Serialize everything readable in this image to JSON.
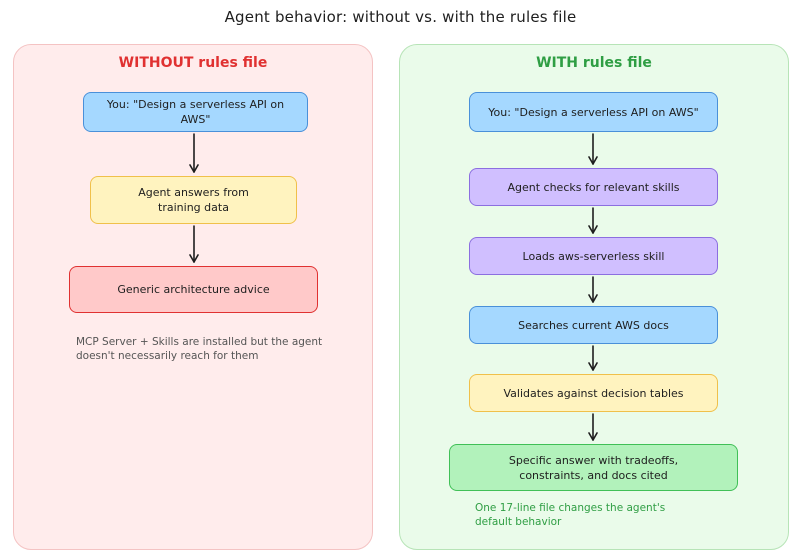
{
  "title": "Agent behavior: without vs. with the rules file",
  "without": {
    "title": "WITHOUT rules file",
    "steps": [
      "You: \"Design a serverless API on AWS\"",
      "Agent answers from training data",
      "Generic architecture advice"
    ],
    "note": "MCP Server + Skills are installed but the agent doesn't necessarily reach for them"
  },
  "with": {
    "title": "WITH rules file",
    "steps": [
      "You: \"Design a serverless API on AWS\"",
      "Agent checks for relevant skills",
      "Loads aws-serverless skill",
      "Searches current AWS docs",
      "Validates against decision tables",
      "Specific answer with tradeoffs, constraints, and docs cited"
    ],
    "note": "One 17-line file changes the agent's default behavior"
  },
  "colors": {
    "without_panel": "#ffecec",
    "with_panel": "#eafbea",
    "prompt": "#a5d8ff",
    "agent": "#fff3bf",
    "generic": "#ffc9c9",
    "skill": "#d0bfff",
    "answer": "#b2f2bb"
  }
}
